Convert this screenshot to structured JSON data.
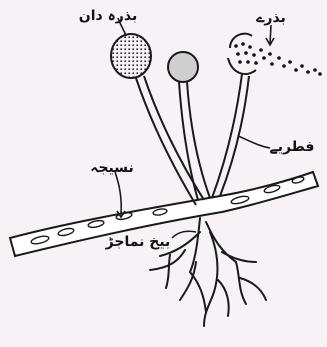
{
  "labels": {
    "sporangium": "بذرہ دان",
    "spores": "بذرے",
    "sporangiophore": "فطریے",
    "hypha": "نسیجہ",
    "rhizoid": "بیخ نماجڑ"
  },
  "colors": {
    "background": "#f7f2f6",
    "outline": "#1a1a1a",
    "body_fill": "#ffffff",
    "stipple": "#222222",
    "sporangium_mid": "#cfcfcf"
  }
}
